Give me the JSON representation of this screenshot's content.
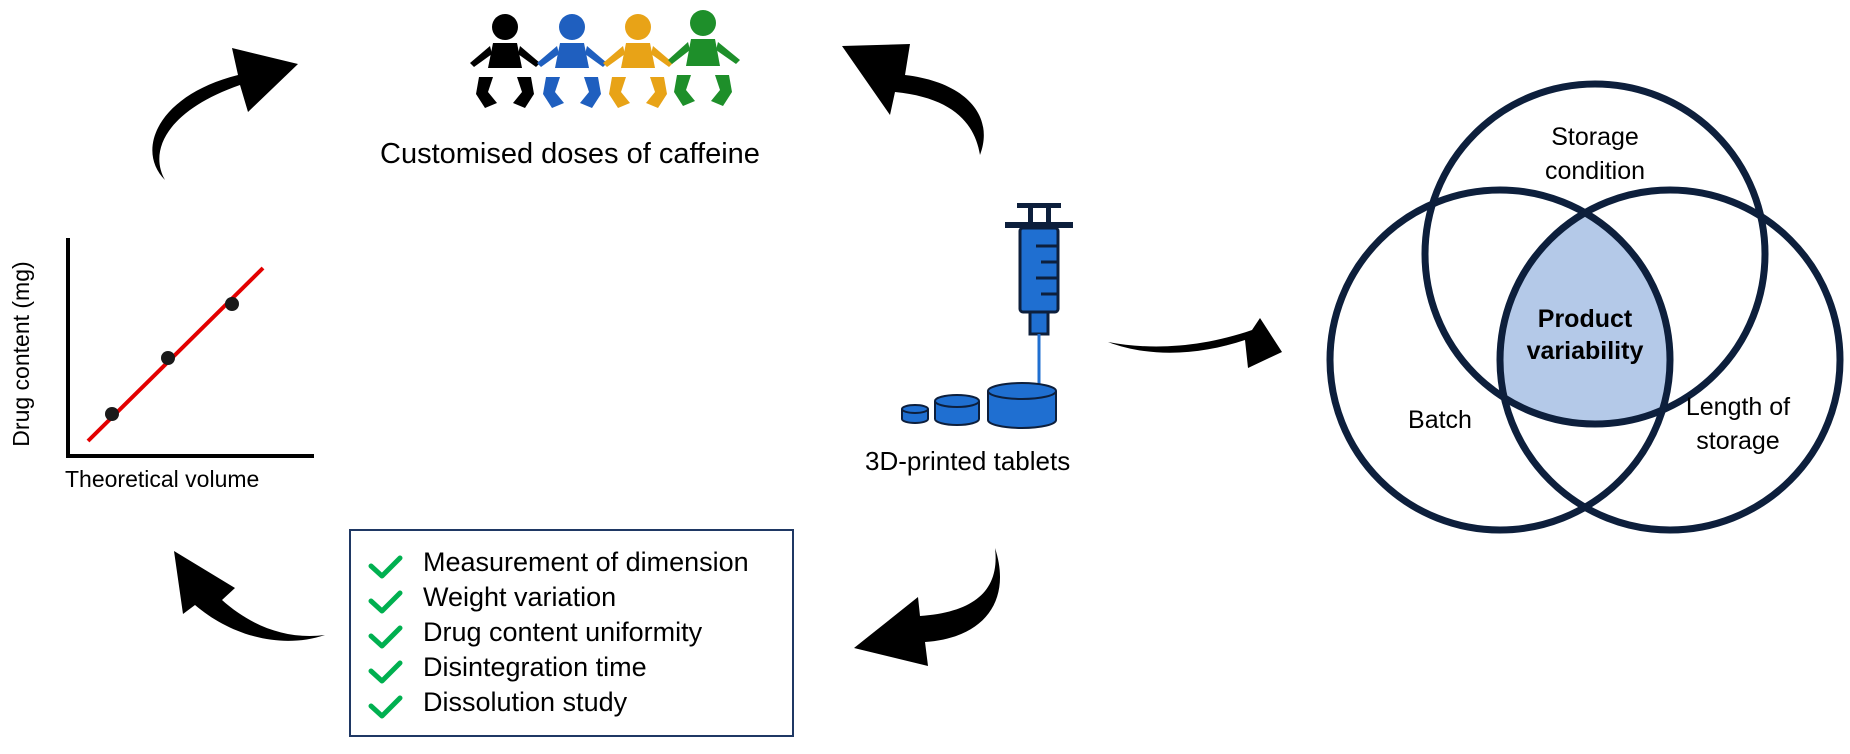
{
  "title": "Customised doses of caffeine",
  "tablets_label": "3D-printed tablets",
  "graph": {
    "ylabel": "Drug content (mg)",
    "xlabel": "Theoretical volume"
  },
  "qc_tests": [
    "Measurement of dimension",
    "Weight variation",
    "Drug content uniformity",
    "Disintegration time",
    "Dissolution study"
  ],
  "venn": {
    "top": "Storage\ncondition",
    "left": "Batch",
    "right": "Length of\nstorage",
    "center": "Product\nvariability"
  },
  "colors": {
    "arrow": "#000000",
    "navy": "#0d1f3c",
    "fit_line": "#e30000",
    "check": "#00b050",
    "venn_fill": "#b4c9e8",
    "tablet_blue": "#1f6fd1",
    "child_black": "#000000",
    "child_blue": "#1f5fbf",
    "child_orange": "#e8a317",
    "child_green": "#1e8f2a"
  },
  "icons": [
    "children-icon",
    "syringe-icon",
    "tablet-icon",
    "check-icon",
    "curved-arrow-icon"
  ]
}
